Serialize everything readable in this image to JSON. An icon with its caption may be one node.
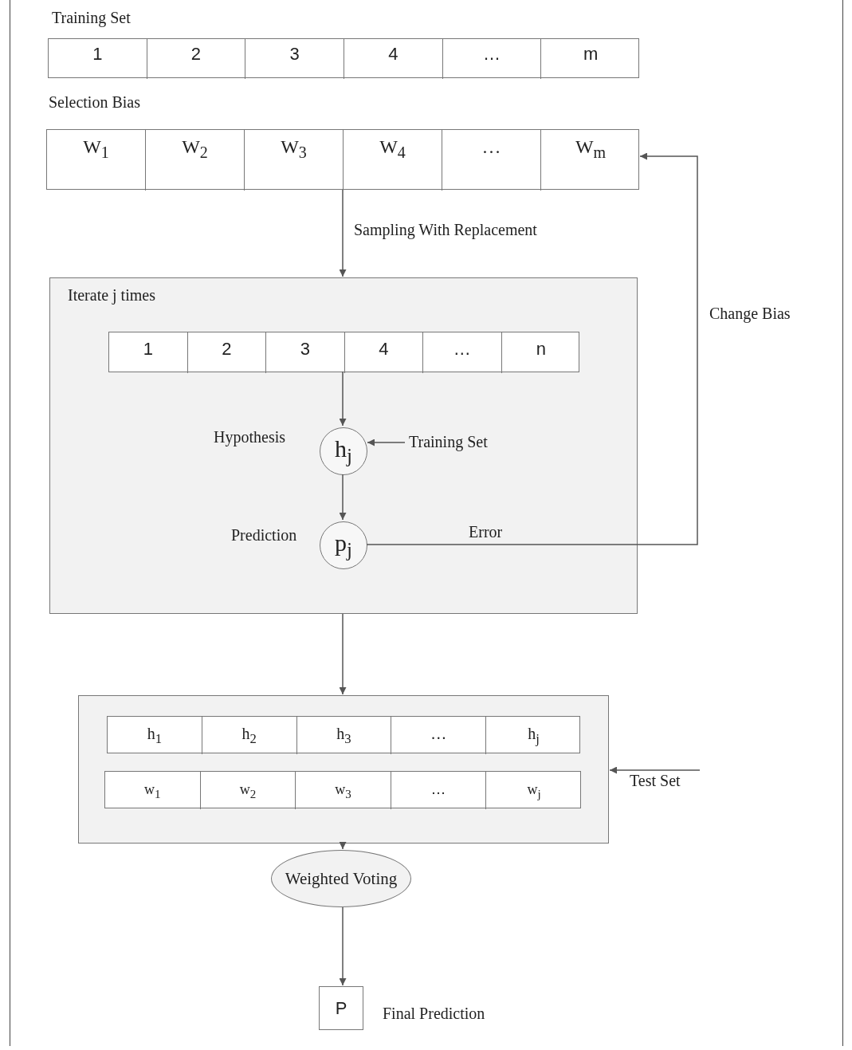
{
  "diagram": {
    "nodes": [
      {
        "text": [
          "Training Set"
        ]
      },
      {
        "text": [
          "1"
        ],
        "in": 0
      },
      {
        "text": [
          "2"
        ],
        "in": 0
      },
      {
        "text": [
          "3"
        ],
        "in": 0
      },
      {
        "text": [
          "4"
        ],
        "in": 0
      },
      {
        "text": [
          "…"
        ],
        "in": 0
      },
      {
        "text": [
          "m"
        ],
        "in": 0
      },
      {
        "text": [
          "Selection Bias"
        ]
      },
      {
        "text": [
          "W$_{1}$"
        ],
        "in": 7
      },
      {
        "text": [
          "W$_{2}$"
        ],
        "in": 7
      },
      {
        "text": [
          "W$_{3}$"
        ],
        "in": 7
      },
      {
        "text": [
          "W$_{4}$"
        ],
        "in": 7
      },
      {
        "text": [
          "…"
        ],
        "in": 7
      },
      {
        "text": [
          "W$_{m}$"
        ],
        "in": 7
      },
      {
        "text": [
          "Iterate j times"
        ]
      },
      {
        "text": [],
        "shape": "box",
        "in": 14
      },
      {
        "text": [
          "1"
        ],
        "in": 15
      },
      {
        "text": [
          "2"
        ],
        "in": 15
      },
      {
        "text": [
          "3"
        ],
        "in": 15
      },
      {
        "text": [
          "4"
        ],
        "in": 15
      },
      {
        "text": [
          "…"
        ],
        "in": 15
      },
      {
        "text": [
          "n"
        ],
        "in": 15
      },
      {
        "text": [
          "h$_{j}$"
        ],
        "in": 14,
        "beside": [
          "Hypothesis"
        ]
      },
      {
        "text": [
          "Training Set"
        ],
        "in": 14
      },
      {
        "text": [
          "p$_{j}$"
        ],
        "in": 14,
        "beside": [
          "Prediction"
        ]
      },
      {
        "text": [],
        "shape": "box"
      },
      {
        "text": [],
        "shape": "box",
        "in": 25
      },
      {
        "text": [
          "h$_{1}$"
        ],
        "in": 26
      },
      {
        "text": [
          "h$_{2}$"
        ],
        "in": 26
      },
      {
        "text": [
          "h$_{3}$"
        ],
        "in": 26
      },
      {
        "text": [
          "…"
        ],
        "in": 26
      },
      {
        "text": [
          "h$_{j}$"
        ],
        "in": 26
      },
      {
        "text": [],
        "shape": "box",
        "in": 25
      },
      {
        "text": [
          "w$_{1}$"
        ],
        "in": 32
      },
      {
        "text": [
          "w$_{2}$"
        ],
        "in": 32
      },
      {
        "text": [
          "w$_{3}$"
        ],
        "in": 32
      },
      {
        "text": [
          "…"
        ],
        "in": 32
      },
      {
        "text": [
          "w$_{j}$"
        ],
        "in": 32
      },
      {
        "text": [
          "Test Set"
        ]
      },
      {
        "text": [
          "Weighted Voting"
        ]
      },
      {
        "text": [
          "P"
        ],
        "beside": [
          "Final Prediction"
        ]
      }
    ],
    "edges": [
      {
        "from": 7,
        "to": 14,
        "arrow": "to",
        "label": "Sampling With Replacement"
      },
      {
        "from": 15,
        "to": 22,
        "arrow": "to"
      },
      {
        "from": 23,
        "to": 22,
        "arrow": "to"
      },
      {
        "from": 22,
        "to": 24,
        "arrow": "to"
      },
      {
        "from": 24,
        "to": 7,
        "arrow": "to",
        "label": "Error"
      },
      {
        "from": 14,
        "to": 25,
        "arrow": "to"
      },
      {
        "from": 38,
        "to": 25,
        "arrow": "to"
      },
      {
        "from": 25,
        "to": 39,
        "arrow": "to"
      },
      {
        "from": 39,
        "to": 40,
        "arrow": "to"
      }
    ],
    "labels": [
      "Change Bias"
    ]
  }
}
